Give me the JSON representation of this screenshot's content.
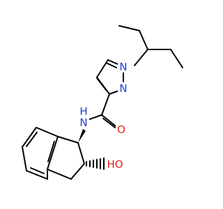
{
  "molecule": {
    "atoms": {
      "n1": {
        "symbol": "N",
        "color": "#1f3fd6"
      },
      "n2": {
        "symbol": "N",
        "color": "#1f3fd6"
      },
      "amide_n": {
        "symbol": "N",
        "color": "#1f3fd6"
      },
      "amide_h": {
        "symbol": "H",
        "color": "#1f3fd6"
      },
      "carbonyl_o": {
        "symbol": "O",
        "color": "#e0261b"
      },
      "hydroxyl": {
        "symbol": "HO",
        "color": "#e0261b"
      }
    },
    "stereo": {
      "c1_to_nh": "wedge",
      "c2_to_oh": "hash"
    }
  }
}
